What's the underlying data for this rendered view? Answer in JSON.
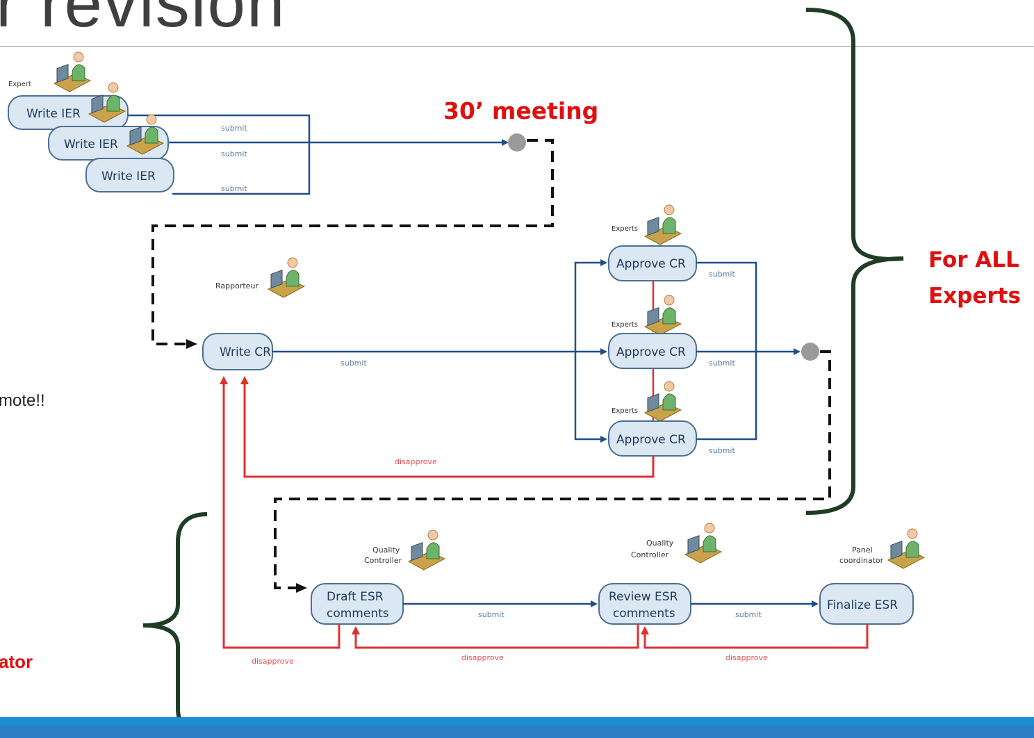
{
  "slide": {
    "title": "r revision",
    "side_note": "mote!!",
    "side_role": "ator"
  },
  "callouts": {
    "meeting": "30’ meeting",
    "for_all_line1": "For ALL",
    "for_all_line2": "Experts"
  },
  "roles": {
    "expert": "Expert",
    "experts": "Experts",
    "rapporteur": "Rapporteur",
    "quality_controller_1": "Quality",
    "quality_controller_2": "Controller",
    "panel_coordinator_1": "Panel",
    "panel_coordinator_2": "coordinator"
  },
  "tasks": {
    "write_ier": "Write IER",
    "write_cr": "Write CR",
    "approve_cr": "Approve CR",
    "draft_esr_1": "Draft ESR",
    "draft_esr_2": "comments",
    "review_esr_1": "Review ESR",
    "review_esr_2": "comments",
    "finalize_esr": "Finalize ESR"
  },
  "flow_labels": {
    "submit": "submit",
    "disapprove": "disapprove"
  },
  "colors": {
    "flow_blue": "#1f4e8c",
    "reject_red": "#e03030",
    "callout_red": "#e01010",
    "brace_green": "#1f3d24",
    "task_fill": "#dbe8f3",
    "bar_blue": "#1a8fd4"
  }
}
